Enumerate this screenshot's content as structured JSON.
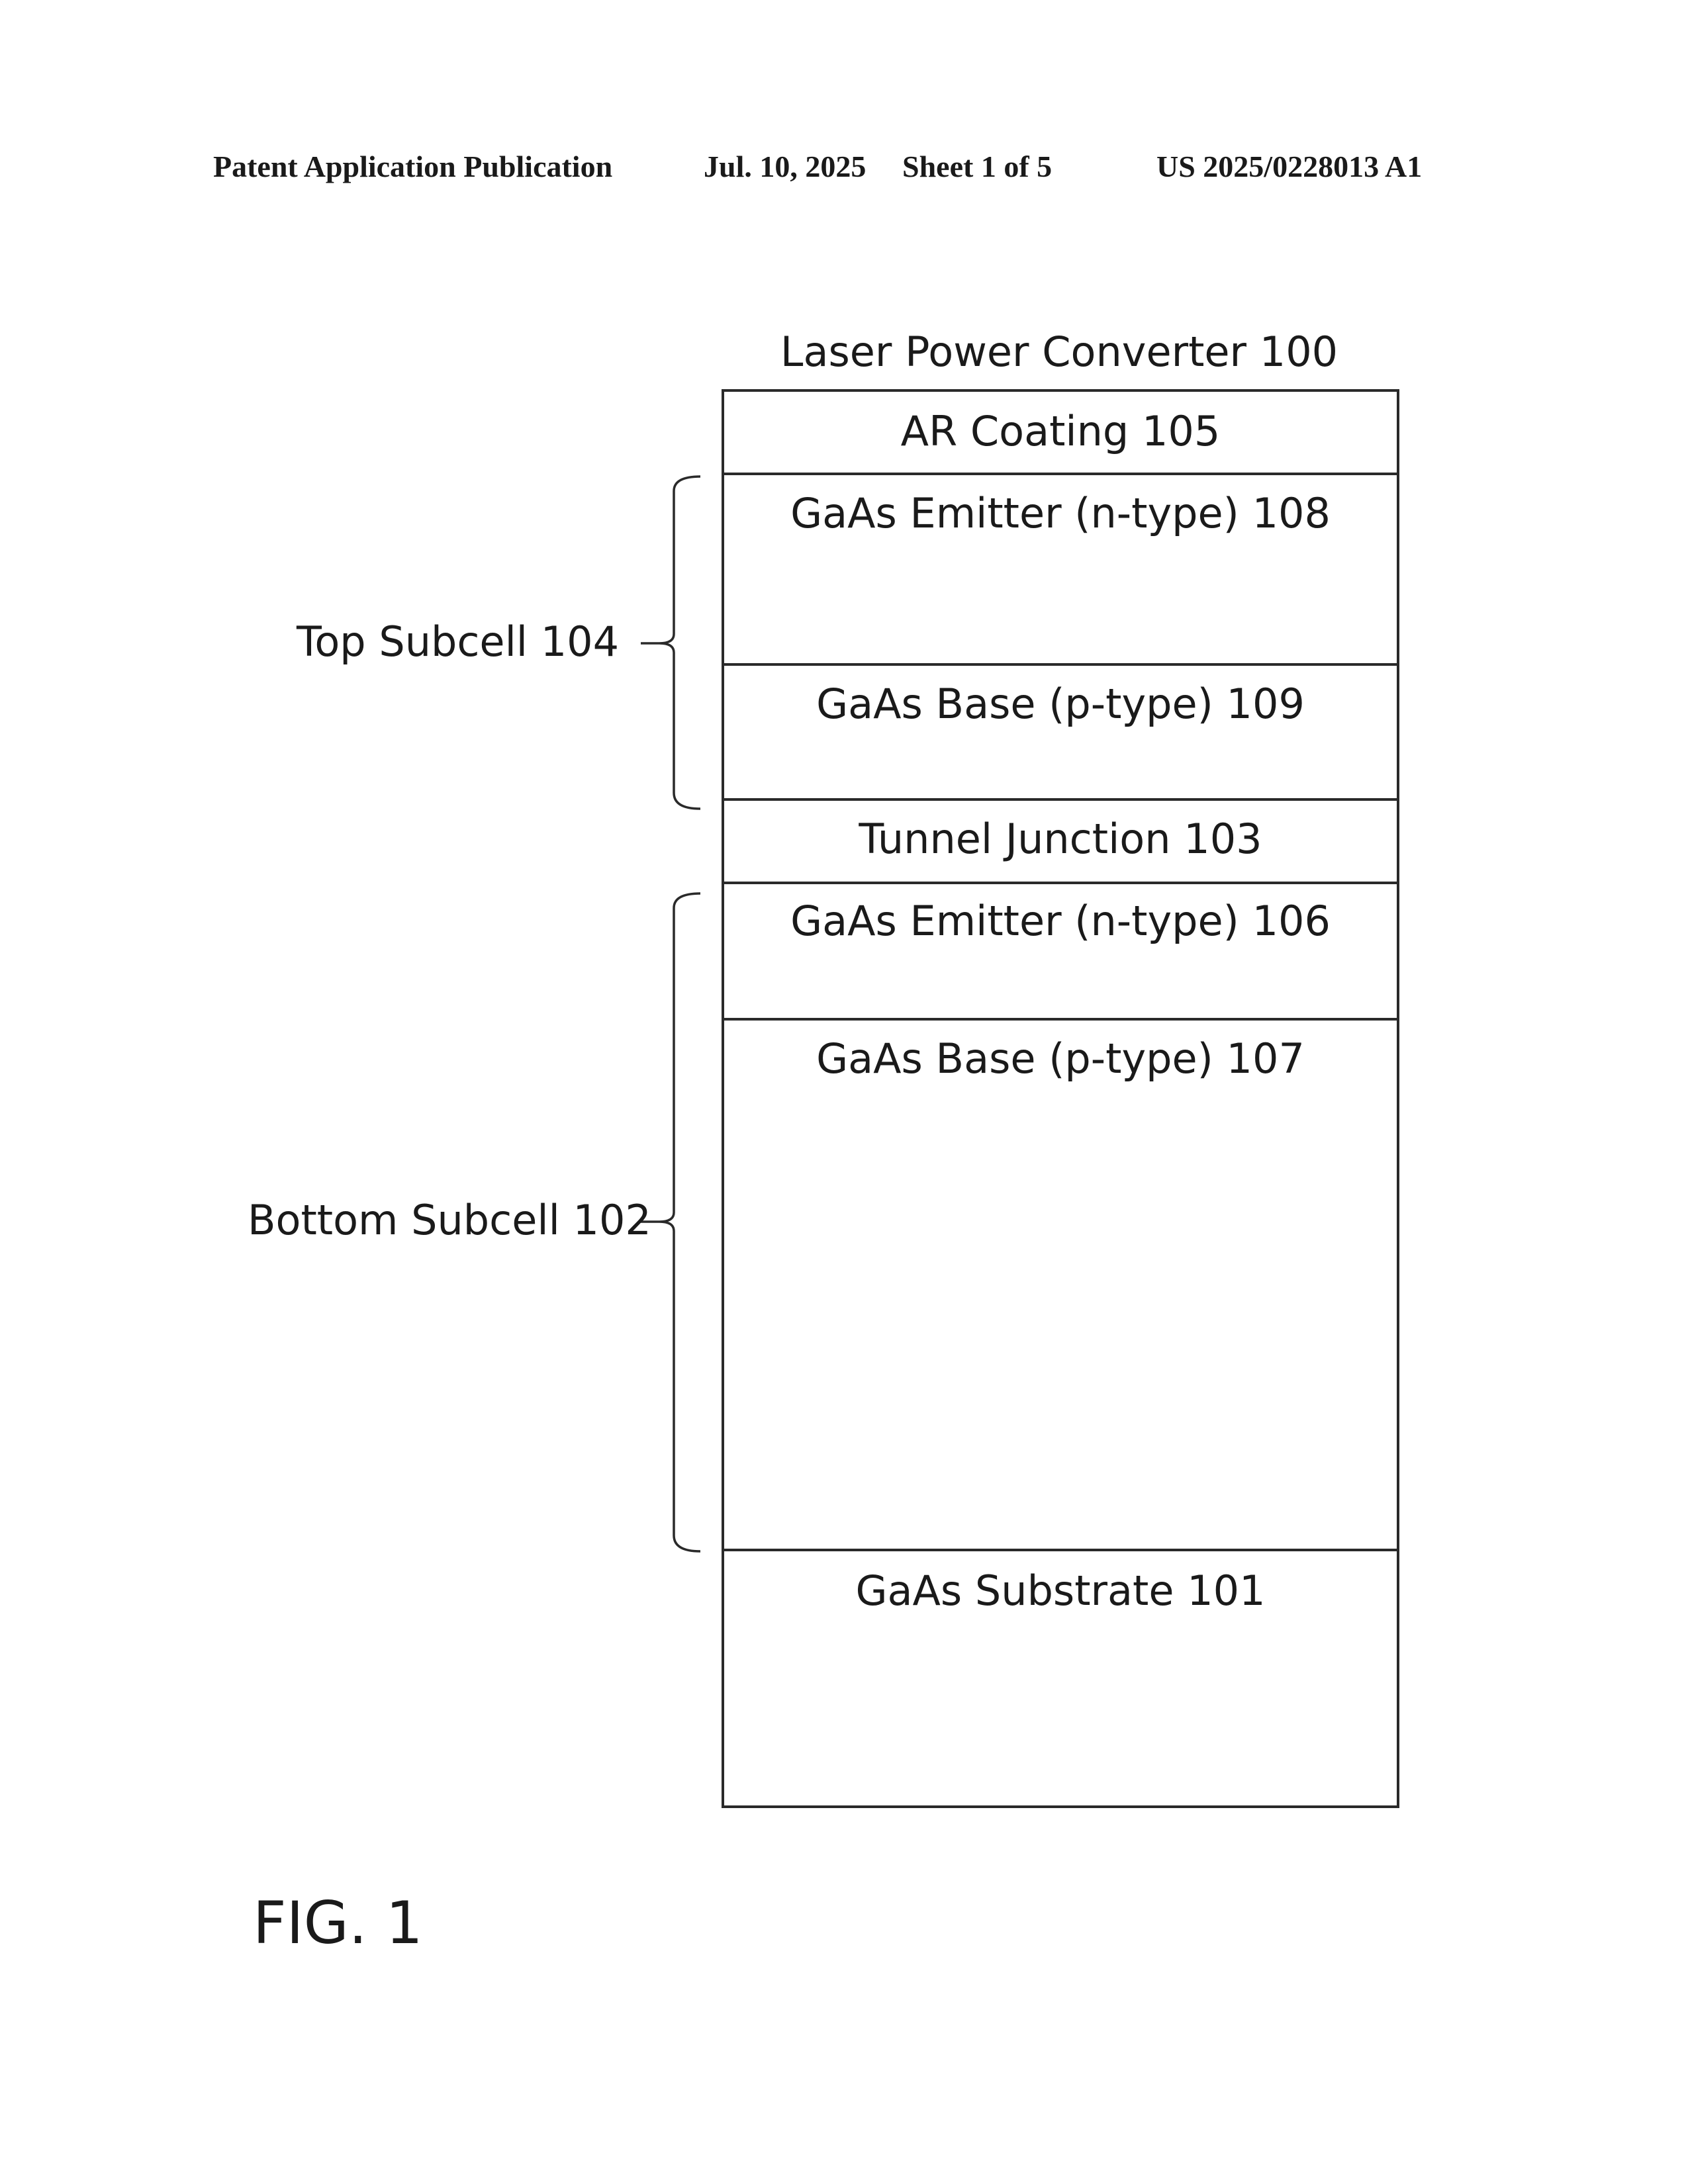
{
  "header": {
    "publication": "Patent Application Publication",
    "date": "Jul. 10, 2025",
    "sheet": "Sheet 1 of 5",
    "number": "US 2025/0228013 A1"
  },
  "diagram": {
    "title": "Laser Power Converter 100",
    "layers": [
      {
        "name": "ar-coating-105",
        "label": "AR Coating 105"
      },
      {
        "name": "gaas-emitter-108",
        "label": "GaAs Emitter (n-type) 108"
      },
      {
        "name": "gaas-base-109",
        "label": "GaAs Base (p-type) 109"
      },
      {
        "name": "tunnel-junction-103",
        "label": "Tunnel Junction 103"
      },
      {
        "name": "gaas-emitter-106",
        "label": "GaAs Emitter (n-type) 106"
      },
      {
        "name": "gaas-base-107",
        "label": "GaAs Base (p-type) 107"
      },
      {
        "name": "gaas-substrate-101",
        "label": "GaAs Substrate 101"
      }
    ],
    "brackets": {
      "top": "Top Subcell 104",
      "bottom": "Bottom Subcell 102"
    }
  },
  "figure": {
    "label": "FIG. 1"
  }
}
